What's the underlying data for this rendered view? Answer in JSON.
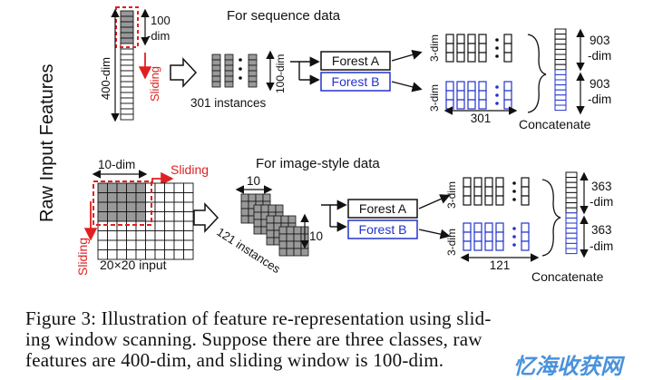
{
  "side_label": "Raw Input Features",
  "top": {
    "header": "For sequence data",
    "window_dim_line1": "100",
    "window_dim_line2": "-dim",
    "vector_dim": "400-dim",
    "sliding": "Sliding",
    "instances": "301 instances",
    "instance_dim": "100-dim",
    "forest_a": "Forest A",
    "forest_b": "Forest B",
    "class_dim_a": "3-dim",
    "class_dim_b": "3-dim",
    "count": "301",
    "out_a_line1": "903",
    "out_a_line2": "-dim",
    "out_b_line1": "903",
    "out_b_line2": "-dim",
    "concat": "Concatenate"
  },
  "bottom": {
    "header": "For image-style data",
    "window_dim": "10-dim",
    "sliding_right": "Sliding",
    "sliding_down": "Sliding",
    "input_label": "20×20 input",
    "patch_w": "10",
    "patch_h": "10",
    "instances": "121 instances",
    "forest_a": "Forest A",
    "forest_b": "Forest B",
    "class_dim_a": "3-dim",
    "class_dim_b": "3-dim",
    "count": "121",
    "out_a_line1": "363",
    "out_a_line2": "-dim",
    "out_b_line1": "363",
    "out_b_line2": "-dim",
    "concat": "Concatenate"
  },
  "caption": {
    "line1": "Figure 3: Illustration of feature re-representation using slid-",
    "line2": "ing window scanning. Suppose there are three classes, raw",
    "line3": "features are 400-dim, and sliding window is 100-dim."
  },
  "watermark": "忆海收获网",
  "colors": {
    "red": "#e02020",
    "blue": "#2233cc",
    "gray": "#999999",
    "black": "#111111"
  }
}
